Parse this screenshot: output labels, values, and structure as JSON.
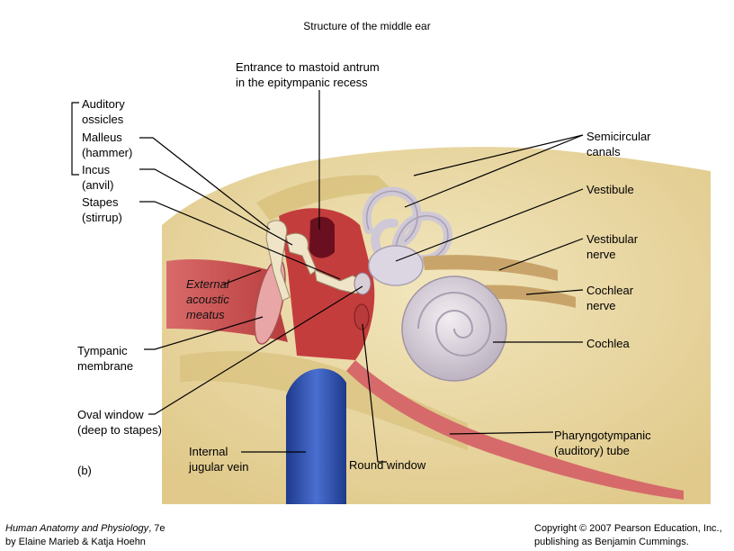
{
  "title": "Structure of the middle ear",
  "labels": {
    "mastoid": "Entrance to mastoid antrum\nin the epitympanic recess",
    "ossicles_group": "Auditory\nossicles",
    "malleus": "Malleus\n(hammer)",
    "incus": "Incus\n(anvil)",
    "stapes": "Stapes\n(stirrup)",
    "semicircular": "Semicircular\ncanals",
    "vestibule": "Vestibule",
    "vestibular_nerve": "Vestibular\nnerve",
    "cochlear_nerve": "Cochlear\nnerve",
    "cochlea": "Cochlea",
    "external_meatus": "External\nacoustic\nmeatus",
    "tympanic": "Tympanic\nmembrane",
    "oval_window": "Oval window\n(deep to stapes)",
    "panel": "(b)",
    "jugular": "Internal\njugular vein",
    "round_window": "Round window",
    "pharyngo": "Pharyngotympanic\n(auditory) tube"
  },
  "footer": {
    "book_title": "Human Anatomy and Physiology",
    "edition": ", 7e",
    "authors": "by Elaine Marieb & Katja Hoehn",
    "copyright": "Copyright © 2007 Pearson Education, Inc.,",
    "publisher": "publishing as Benjamin Cummings."
  },
  "colors": {
    "bone": "#e8d7a2",
    "bone_dark": "#d6bf7a",
    "tissue": "#c84a4a",
    "jugular": "#2e4fa8",
    "labyrinth": "#d9d4e0"
  }
}
